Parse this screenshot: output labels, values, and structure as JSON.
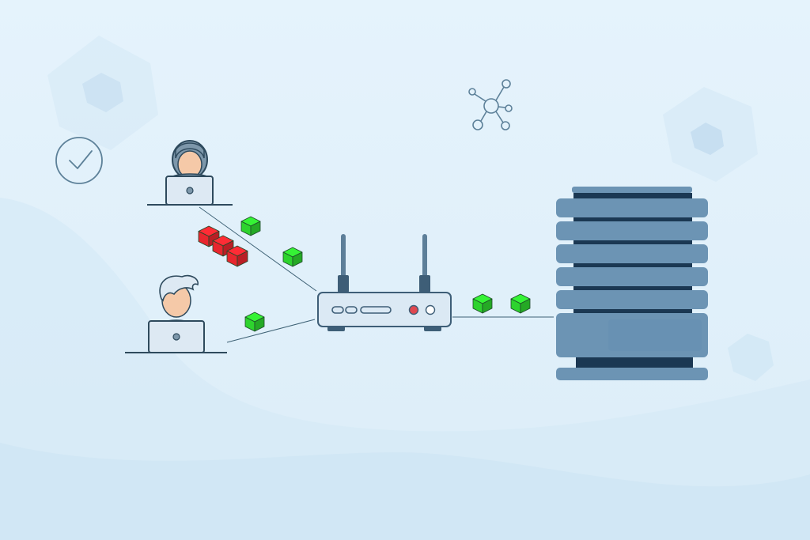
{
  "diagram": {
    "nodes": [
      {
        "id": "user-female",
        "kind": "user-with-laptop"
      },
      {
        "id": "user-male",
        "kind": "user-with-laptop"
      },
      {
        "id": "router",
        "kind": "wireless-router"
      },
      {
        "id": "server",
        "kind": "server-rack"
      }
    ],
    "edges": [
      {
        "from": "user-female",
        "to": "router"
      },
      {
        "from": "user-male",
        "to": "router"
      },
      {
        "from": "router",
        "to": "server"
      }
    ],
    "packets": {
      "accepted_count": 5,
      "blocked_count": 3,
      "accepted_color": "#2ed32e",
      "blocked_color": "#e8262e"
    },
    "decor_icons": [
      "checkmark-icon",
      "network-nodes-icon"
    ]
  },
  "colors": {
    "background": "#e2f1fb",
    "line": "#3f6276",
    "server": "#6c94b4",
    "server_dark": "#1b3853",
    "router": "#dbe9f4",
    "antenna": "#5d7f99",
    "led_red": "#e0474f"
  }
}
